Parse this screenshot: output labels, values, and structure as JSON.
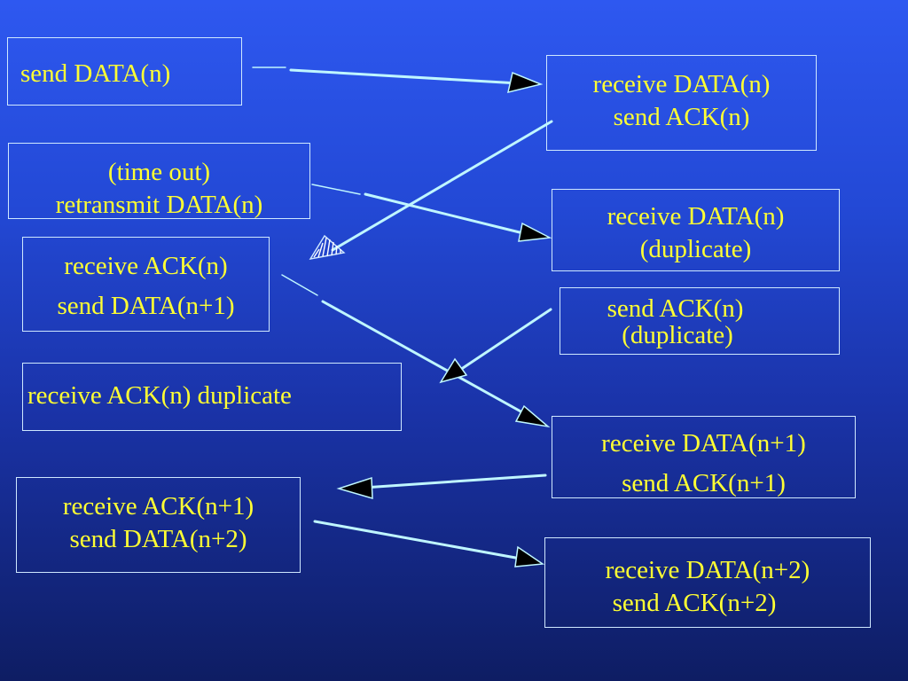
{
  "colors": {
    "text": "#ffff33",
    "arrow": "#bff6ff",
    "box_border": "#cfe8ff",
    "background_top": "#2e58f0",
    "background_bottom": "#0e1d63"
  },
  "sender": {
    "send_data": "send DATA(n)",
    "timeout_line1": "(time out)",
    "timeout_line2": "retransmit DATA(n)",
    "recv_ack_line1": "receive ACK(n)",
    "recv_ack_line2": "send DATA(n+1)",
    "recv_ack_dup": "receive ACK(n) duplicate",
    "recv_ack_n1_line1": "receive ACK(n+1)",
    "recv_ack_n1_line2": "send DATA(n+2)"
  },
  "receiver": {
    "recv_data_line1": "receive DATA(n)",
    "recv_data_line2": "send ACK(n)",
    "recv_dup_line1": "receive DATA(n)",
    "recv_dup_line2": "(duplicate)",
    "send_ack_dup_line1": "send ACK(n)",
    "send_ack_dup_line2": "(duplicate)",
    "recv_data_n1_line1": "receive DATA(n+1)",
    "recv_data_n1_line2": "send ACK(n+1)",
    "recv_data_n2_line1": "receive DATA(n+2)",
    "recv_data_n2_line2": "send ACK(n+2)"
  }
}
